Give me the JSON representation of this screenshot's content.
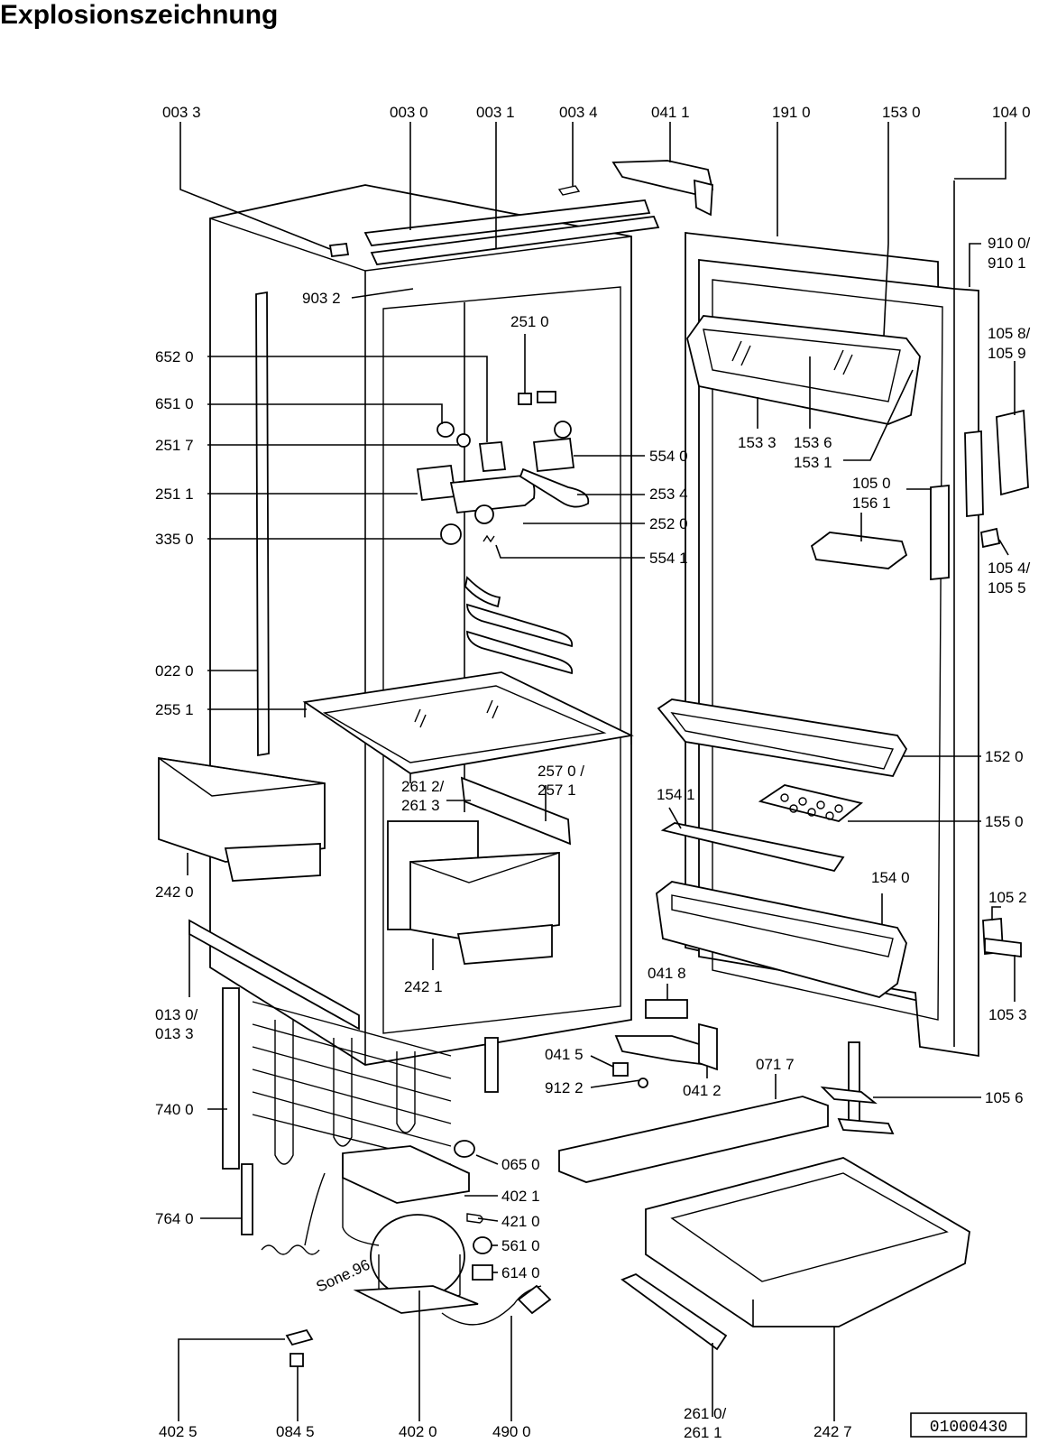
{
  "title": "Explosionszeichnung",
  "document_number": "01000430",
  "stamp": "Sone.96",
  "labels": {
    "l_0033": "003 3",
    "l_0030": "003 0",
    "l_0031": "003 1",
    "l_0034": "003 4",
    "l_0411": "041 1",
    "l_1910": "191 0",
    "l_1530": "153 0",
    "l_1040": "104 0",
    "l_9100a": "910 0/",
    "l_9101": "910 1",
    "l_1058": "105 8/",
    "l_1059": "105 9",
    "l_9032": "903 2",
    "l_6520": "652 0",
    "l_2510": "251 0",
    "l_6510": "651 0",
    "l_2517": "251 7",
    "l_5540": "554 0",
    "l_1533": "153 3",
    "l_1536": "153 6",
    "l_1531": "153 1",
    "l_2511": "251 1",
    "l_2534": "253 4",
    "l_1050": "105 0",
    "l_1561": "156 1",
    "l_2520": "252 0",
    "l_3350": "335 0",
    "l_5541": "554 1",
    "l_1054": "105 4/",
    "l_1055": "105 5",
    "l_0220": "022 0",
    "l_2551": "255 1",
    "l_1520": "152 0",
    "l_2612": "261 2/",
    "l_2613": "261 3",
    "l_2570": "257 0 /",
    "l_2571": "257 1",
    "l_1541": "154 1",
    "l_1550": "155 0",
    "l_2420": "242 0",
    "l_1540": "154 0",
    "l_1052": "105 2",
    "l_2421": "242 1",
    "l_0418": "041 8",
    "l_1053": "105 3",
    "l_0130": "013 0/",
    "l_0133": "013 3",
    "l_0415": "041 5",
    "l_0717": "071 7",
    "l_9122": "912 2",
    "l_0412": "041 2",
    "l_7400": "740 0",
    "l_1056": "105 6",
    "l_0650": "065 0",
    "l_4021": "402 1",
    "l_7640": "764 0",
    "l_4210": "421 0",
    "l_5610": "561 0",
    "l_6140": "614 0",
    "l_4025": "402 5",
    "l_0845": "084 5",
    "l_4020": "402 0",
    "l_4900": "490 0",
    "l_2610": "261 0/",
    "l_2611": "261 1",
    "l_2427": "242 7"
  }
}
